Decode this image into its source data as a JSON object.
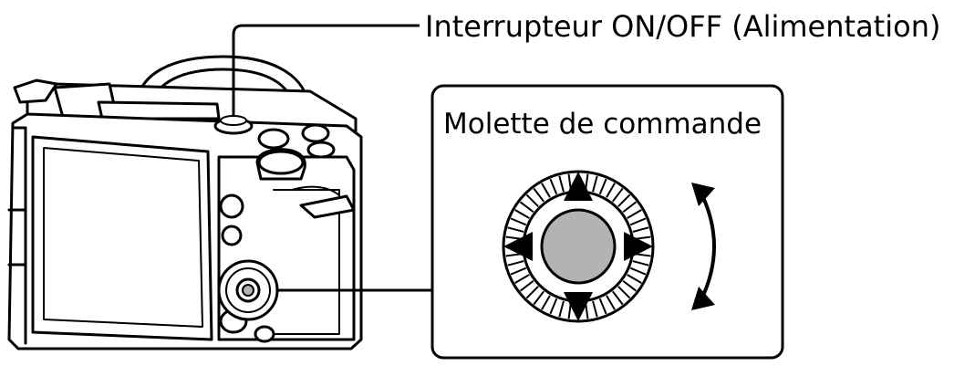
{
  "labels": {
    "power_switch": "Interrupteur ON/OFF (Alimentation)",
    "control_wheel": "Molette de commande"
  },
  "colors": {
    "line": "#000000",
    "wheel_center": "#b3b3b3",
    "background": "#ffffff"
  },
  "icons": [
    "camera-body-illustration",
    "control-wheel-icon",
    "rotation-arrow-icon"
  ]
}
